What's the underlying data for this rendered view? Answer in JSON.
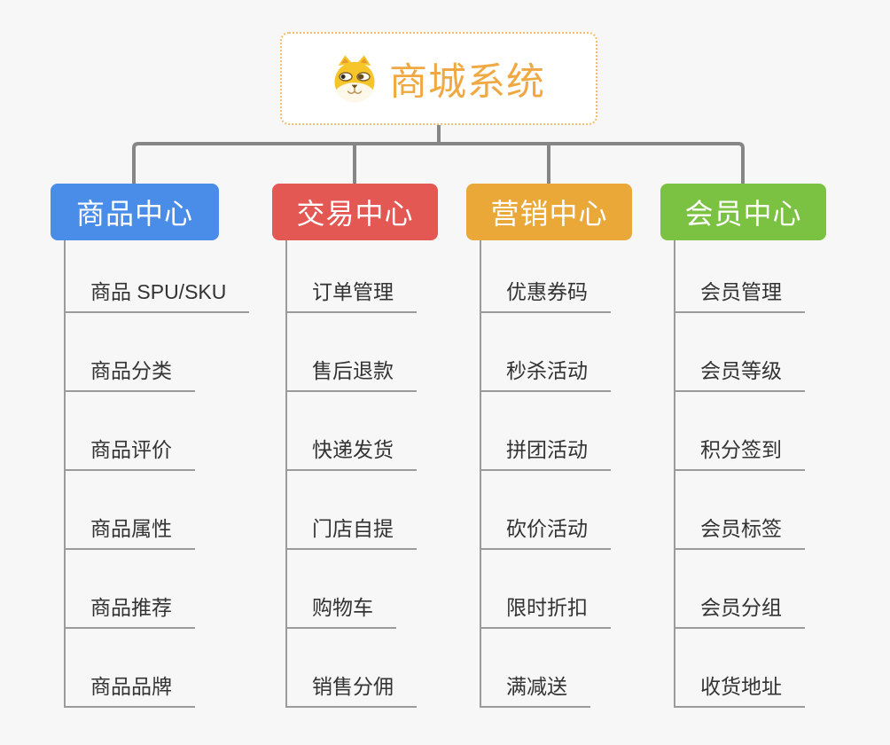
{
  "root": {
    "title": "商城系统",
    "icon": "dog-face-icon"
  },
  "branches": [
    {
      "label": "商品中心",
      "color": "#4a8de9",
      "items": [
        "商品 SPU/SKU",
        "商品分类",
        "商品评价",
        "商品属性",
        "商品推荐",
        "商品品牌"
      ]
    },
    {
      "label": "交易中心",
      "color": "#e45853",
      "items": [
        "订单管理",
        "售后退款",
        "快递发货",
        "门店自提",
        "购物车",
        "销售分佣"
      ]
    },
    {
      "label": "营销中心",
      "color": "#eaa838",
      "items": [
        "优惠券码",
        "秒杀活动",
        "拼团活动",
        "砍价活动",
        "限时折扣",
        "满减送"
      ]
    },
    {
      "label": "会员中心",
      "color": "#7bc142",
      "items": [
        "会员管理",
        "会员等级",
        "积分签到",
        "会员标签",
        "会员分组",
        "收货地址"
      ]
    }
  ],
  "colors": {
    "background": "#f7f7f7",
    "connector": "#868686",
    "branch_line": "#9b9b9b",
    "item_text": "#333333",
    "root_title": "#f0a843",
    "root_border": "#f3be6c",
    "root_background": "#ffffff"
  }
}
